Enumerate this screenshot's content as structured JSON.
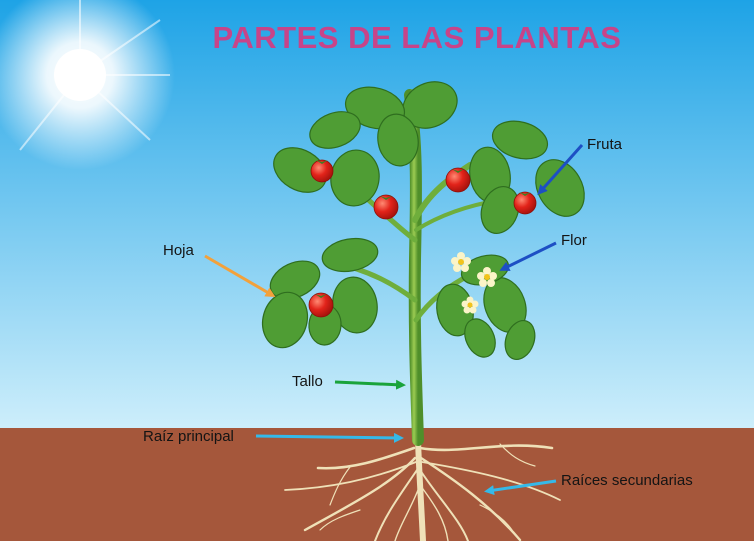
{
  "title": "PARTES DE LAS PLANTAS",
  "labels": {
    "fruta": "Fruta",
    "flor": "Flor",
    "hoja": "Hoja",
    "tallo": "Tallo",
    "raiz_principal": "Raíz principal",
    "raices_secundarias": "Raíces secundarias"
  },
  "colors": {
    "title": "#c74489",
    "sky_top": "#1ea3e6",
    "sky_bottom": "#cdeefb",
    "soil": "#a5573b",
    "leaf": "#4f9d34",
    "stem": "#6fae3c",
    "fruit": "#e2231a",
    "root": "#efe1b8",
    "arrow_fruta": "#1d4fc4",
    "arrow_flor": "#1d4fc4",
    "arrow_hoja": "#f2a13b",
    "arrow_tallo": "#1aa33b",
    "arrow_raiz_principal": "#35b9e8",
    "arrow_raices_secundarias": "#35b9e8"
  }
}
